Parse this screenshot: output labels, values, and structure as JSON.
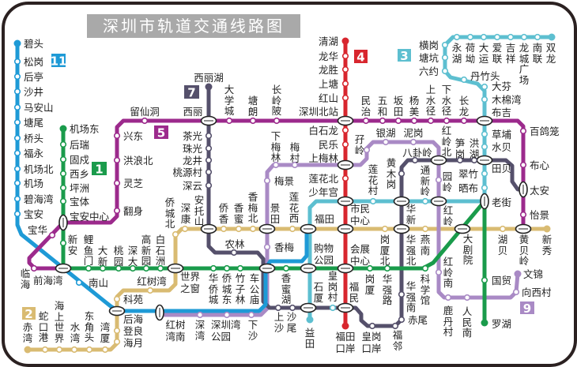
{
  "title": "深圳市轨道交通线路图",
  "lines": [
    {
      "number": "11",
      "color": "#1e9ad6",
      "stations": [
        "碧头",
        "松岗",
        "后亭",
        "沙井",
        "马安山",
        "塘尾",
        "桥头",
        "福永",
        "机场北",
        "机场",
        "碧海湾",
        "宝安",
        "南山"
      ]
    },
    {
      "number": "1",
      "color": "#1a9b4b",
      "stations": [
        "机场东",
        "后瑞",
        "固戍",
        "西乡",
        "坪洲",
        "宝体",
        "宝安中心",
        "新安",
        "前海湾",
        "鲤鱼门",
        "大新",
        "桃园",
        "深大",
        "高新园",
        "白石洲",
        "世界之窗",
        "华侨城",
        "侨城东",
        "竹子林",
        "车公庙",
        "香蜜湖",
        "购物公园",
        "会展中心",
        "岗厦",
        "华强路",
        "科学馆",
        "大剧院",
        "老街",
        "国贸",
        "罗湖"
      ]
    },
    {
      "number": "5",
      "color": "#9c2a8c",
      "stations": [
        "临海",
        "宝华",
        "翻身",
        "灵芝",
        "洪浪北",
        "兴东",
        "留仙洞",
        "西丽",
        "大学城",
        "塘朗",
        "长岭陂",
        "深圳北站",
        "民治",
        "五和",
        "坂田",
        "杨美",
        "上水径",
        "下水径",
        "长龙",
        "布吉",
        "百鸽笼",
        "布心",
        "太安",
        "怡景",
        "黄贝岭"
      ]
    },
    {
      "number": "4",
      "color": "#d8262e",
      "stations": [
        "清湖",
        "龙华",
        "龙胜",
        "上塘",
        "红山",
        "白石龙",
        "民乐",
        "上梅林",
        "莲花北",
        "少年宫",
        "市民中心",
        "福民",
        "福田口岸"
      ]
    },
    {
      "number": "3",
      "color": "#5dbfd0",
      "stations": [
        "双龙",
        "南联",
        "龙城广场",
        "吉祥",
        "爱联",
        "大运",
        "荷坳",
        "永湖",
        "横岗",
        "塘坑",
        "六约",
        "丹竹头",
        "大芬",
        "木棉湾",
        "草埔",
        "水贝",
        "田贝",
        "翠竹",
        "晒布",
        "通新岭",
        "华新",
        "莲花村",
        "福田",
        "石厦",
        "皇岗村",
        "益田"
      ]
    },
    {
      "number": "7",
      "color": "#55506b",
      "stations": [
        "西丽湖",
        "茶光",
        "珠光",
        "龙井",
        "桃源村",
        "深云",
        "安托山",
        "农林",
        "上沙",
        "沙尾",
        "皇岗口岸",
        "福邻",
        "赤尾",
        "华强南",
        "华强北",
        "黄木岗",
        "八卦岭",
        "红岭北",
        "笋岗",
        "洪湖"
      ]
    },
    {
      "number": "9",
      "color": "#a98ac5",
      "stations": [
        "红树湾南",
        "深湾",
        "深圳湾公园",
        "下沙",
        "香梅",
        "景田",
        "梅景",
        "下梅林",
        "梅村",
        "孖岭",
        "银湖",
        "泥岗",
        "园岭",
        "红岭",
        "红岭南",
        "鹿丹村",
        "人民南",
        "向西村",
        "文锦"
      ]
    },
    {
      "number": "2",
      "color": "#d9bb72",
      "stations": [
        "赤湾",
        "蛇口港",
        "海上世界",
        "水湾",
        "东角头",
        "湾厦",
        "海月",
        "登良",
        "后海",
        "科苑",
        "红树湾",
        "侨城北",
        "深康",
        "侨香",
        "香蜜",
        "香梅北",
        "莲花西",
        "岗厦北",
        "燕南",
        "湖贝",
        "新秀"
      ]
    }
  ]
}
